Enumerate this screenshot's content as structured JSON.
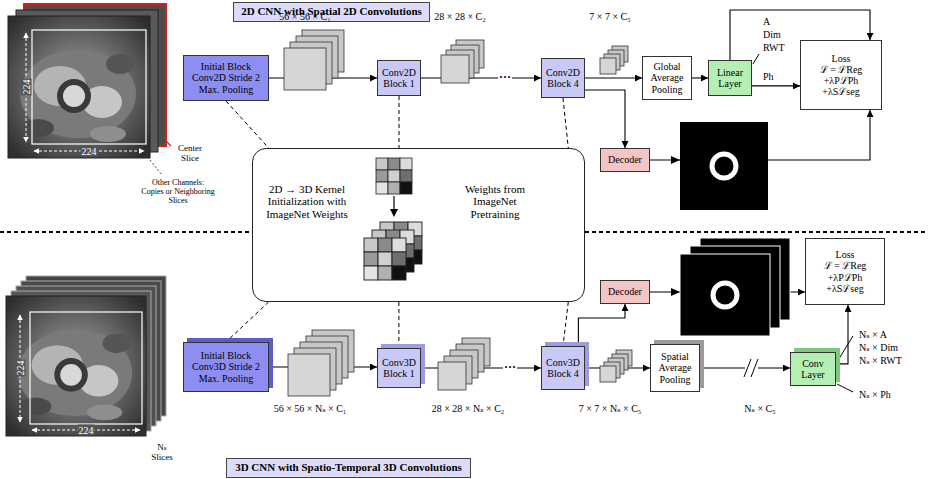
{
  "diagram": {
    "nodes": [
      {
        "text": [
          "2D CNN with Spatial 2D Convolutions"
        ]
      },
      {
        "text": [
          "Initial Block Conv2D Stride 2 Max. Pooling"
        ]
      },
      {
        "text": [
          "Conv2D Block 1"
        ]
      },
      {
        "text": [
          "Conv2D Block 4"
        ]
      },
      {
        "text": [
          "Global Average Pooling"
        ]
      },
      {
        "text": [
          "Linear Layer"
        ]
      },
      {
        "text": [
          "Loss",
          "ℒ = ℒReg",
          "+λPℒPh",
          "+λSℒseg"
        ]
      },
      {
        "text": [
          "Decoder"
        ]
      },
      {
        "text": [
          "2D → 3D Kernel Initialization with ImageNet Weights",
          "Weights from ImageNet Pretraining"
        ]
      },
      {
        "text": [
          "Loss",
          "ℒ = ℒReg",
          "+λPℒPh",
          "+λSℒseg"
        ]
      },
      {
        "text": [
          "Decoder"
        ]
      },
      {
        "text": [
          "Initial Block Conv3D Stride 2 Max. Pooling"
        ]
      },
      {
        "text": [
          "Conv3D Block 1"
        ]
      },
      {
        "text": [
          "Conv3D Block 4"
        ]
      },
      {
        "text": [
          "Spatial Average Pooling"
        ]
      },
      {
        "text": [
          "Conv Layer"
        ]
      },
      {
        "text": [
          "3D CNN with Spatio-Temporal 3D Convolutions"
        ]
      }
    ],
    "edges": [
      {
        "from": 1,
        "to": 2,
        "arrow": "to"
      },
      {
        "from": 2,
        "to": 3,
        "arrow": "to",
        "label": "···"
      },
      {
        "from": 3,
        "to": 4,
        "arrow": "to"
      },
      {
        "from": 4,
        "to": 5,
        "arrow": "to"
      },
      {
        "from": 5,
        "to": 6,
        "arrow": "to"
      },
      {
        "from": 5,
        "to": 6,
        "arrow": "to"
      },
      {
        "from": 3,
        "to": 7,
        "arrow": "to"
      },
      {
        "from": 7,
        "to": 6,
        "arrow": "to"
      },
      {
        "from": 1,
        "to": 8,
        "arrow": "none"
      },
      {
        "from": 2,
        "to": 8,
        "arrow": "none"
      },
      {
        "from": 3,
        "to": 8,
        "arrow": "none"
      },
      {
        "from": 8,
        "to": 11,
        "arrow": "none"
      },
      {
        "from": 8,
        "to": 12,
        "arrow": "none"
      },
      {
        "from": 8,
        "to": 13,
        "arrow": "none"
      },
      {
        "from": 11,
        "to": 12,
        "arrow": "to"
      },
      {
        "from": 12,
        "to": 13,
        "arrow": "to",
        "label": "···"
      },
      {
        "from": 13,
        "to": 14,
        "arrow": "to"
      },
      {
        "from": 14,
        "to": 15,
        "arrow": "to"
      },
      {
        "from": 15,
        "to": 9,
        "arrow": "to"
      },
      {
        "from": 13,
        "to": 10,
        "arrow": "to"
      },
      {
        "from": 10,
        "to": 9,
        "arrow": "to"
      }
    ],
    "labels": [
      "224",
      "224",
      "Center Slice",
      "Other Channels: Copies or Neighboring Slices",
      "56 × 56 × C₁",
      "28 × 28 × C₂",
      "7 × 7 × C₅",
      "A",
      "Dim",
      "RWT",
      "Ph",
      "224",
      "224",
      "Nₛ Slices",
      "56 × 56 × Nₛ × C₁",
      "28 × 28 × Nₛ × C₂",
      "7 × 7 × Nₛ × C₅",
      "Nₛ × C₅",
      "Nₛ × A",
      "Nₛ × Dim",
      "Nₛ × RWT",
      "Nₛ × Ph"
    ]
  }
}
